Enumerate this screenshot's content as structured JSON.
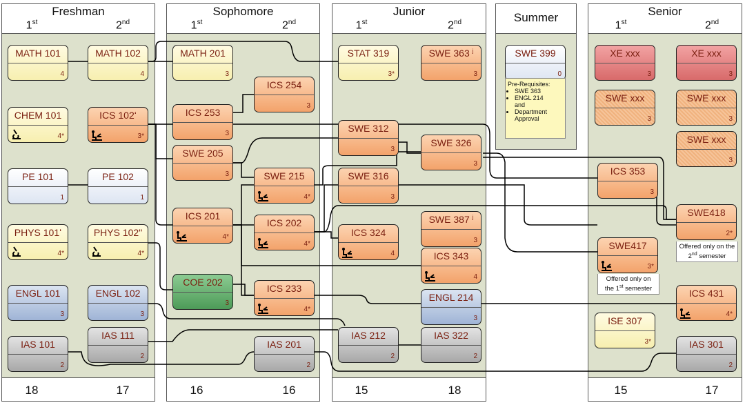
{
  "columns": [
    {
      "title": "Freshman",
      "sem1": "1",
      "sem2": "2",
      "credits1": "18",
      "credits2": "17"
    },
    {
      "title": "Sophomore",
      "sem1": "1",
      "sem2": "2",
      "credits1": "16",
      "credits2": "16"
    },
    {
      "title": "Junior",
      "sem1": "1",
      "sem2": "2",
      "credits1": "15",
      "credits2": "18"
    },
    {
      "title": "Summer"
    },
    {
      "title": "Senior",
      "sem1": "1",
      "sem2": "2",
      "credits1": "15",
      "credits2": "17"
    }
  ],
  "ordinals": {
    "first": "st",
    "second": "nd"
  },
  "courses": {
    "math101": {
      "name": "MATH 101",
      "credits": "4"
    },
    "math102": {
      "name": "MATH 102",
      "credits": "4"
    },
    "chem101": {
      "name": "CHEM 101",
      "credits": "4*"
    },
    "ics102": {
      "name": "ICS 102ʻ",
      "credits": "3*"
    },
    "pe101": {
      "name": "PE 101",
      "credits": "1"
    },
    "pe102": {
      "name": "PE 102",
      "credits": "1"
    },
    "phys101": {
      "name": "PHYS 101ʻ",
      "credits": "4*"
    },
    "phys102": {
      "name": "PHYS 102ʺ",
      "credits": "4*"
    },
    "engl101": {
      "name": "ENGL 101",
      "credits": "3"
    },
    "engl102": {
      "name": "ENGL 102",
      "credits": "3"
    },
    "ias101": {
      "name": "IAS 101",
      "credits": "2"
    },
    "ias111": {
      "name": "IAS 111",
      "credits": "2"
    },
    "math201": {
      "name": "MATH 201",
      "credits": "3"
    },
    "ics254": {
      "name": "ICS 254",
      "credits": "3"
    },
    "ics253": {
      "name": "ICS 253",
      "credits": "3"
    },
    "swe205": {
      "name": "SWE 205",
      "credits": "3"
    },
    "swe215": {
      "name": "SWE 215",
      "credits": "4*"
    },
    "ics201": {
      "name": "ICS 201",
      "credits": "4*"
    },
    "ics202": {
      "name": "ICS 202",
      "credits": "4*"
    },
    "coe202": {
      "name": "COE 202",
      "credits": "3"
    },
    "ics233": {
      "name": "ICS 233",
      "credits": "4*"
    },
    "ias201": {
      "name": "IAS 201",
      "credits": "2"
    },
    "stat319": {
      "name": "STAT 319",
      "credits": "3*"
    },
    "swe363": {
      "name": "SWE 363",
      "credits": "3"
    },
    "swe312": {
      "name": "SWE 312",
      "credits": "3"
    },
    "swe326": {
      "name": "SWE 326",
      "credits": "3"
    },
    "swe316": {
      "name": "SWE 316",
      "credits": "3"
    },
    "swe387": {
      "name": "SWE 387",
      "credits": "3"
    },
    "ics324": {
      "name": "ICS 324",
      "credits": "4"
    },
    "ics343": {
      "name": "ICS 343",
      "credits": "4"
    },
    "engl214": {
      "name": "ENGL 214",
      "credits": "3"
    },
    "ias212": {
      "name": "IAS 212",
      "credits": "2"
    },
    "ias322": {
      "name": "IAS 322",
      "credits": "2"
    },
    "swe399": {
      "name": "SWE 399",
      "credits": "0"
    },
    "xe1": {
      "name": "XE xxx",
      "credits": "3"
    },
    "xe2": {
      "name": "XE xxx",
      "credits": "3"
    },
    "swex1": {
      "name": "SWE xxx",
      "credits": "3"
    },
    "swex2": {
      "name": "SWE xxx",
      "credits": "3"
    },
    "swex3": {
      "name": "SWE xxx",
      "credits": "3"
    },
    "ics353": {
      "name": "ICS 353",
      "credits": "3"
    },
    "swe418": {
      "name": "SWE418",
      "credits": "2*"
    },
    "swe417": {
      "name": "SWE417",
      "credits": "3*"
    },
    "ics431": {
      "name": "ICS 431",
      "credits": "4*"
    },
    "ise307": {
      "name": "ISE 307",
      "credits": "3*"
    },
    "ias301": {
      "name": "IAS 301",
      "credits": "2"
    }
  },
  "markers": {
    "j": "j"
  },
  "prereq": {
    "heading": "Pre-Requisites:",
    "items": [
      "SWE 363",
      "ENGL 214",
      "and",
      "Department Approval"
    ]
  },
  "notes": {
    "swe418_a": "Offered only on the",
    "swe418_b": "2",
    "swe418_c": "nd",
    "swe418_d": "semester",
    "swe417_a": "Offered only on",
    "swe417_b": "the 1",
    "swe417_c": "st",
    "swe417_d": "semester"
  }
}
